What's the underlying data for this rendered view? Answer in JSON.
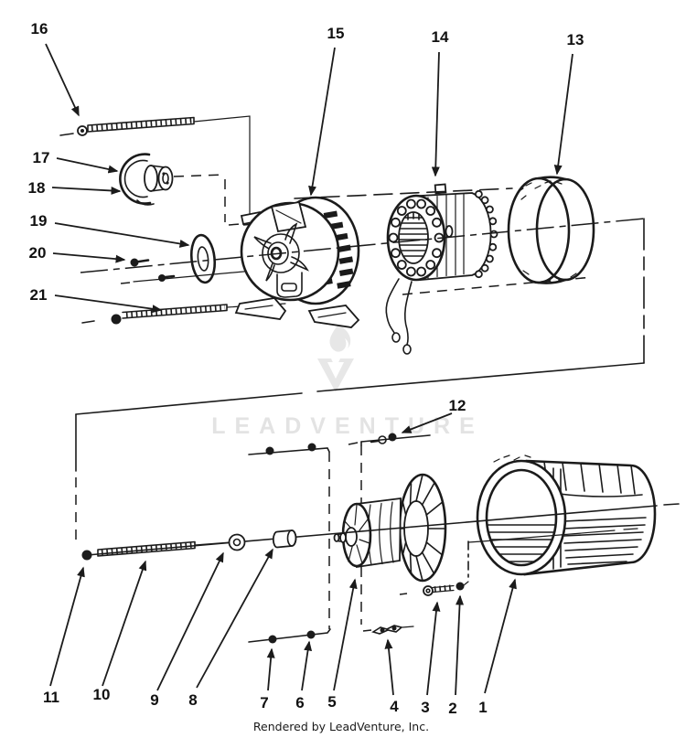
{
  "diagram": {
    "watermark_text": "LEADVENTURE",
    "footer_text": "Rendered by LeadVenture, Inc."
  },
  "colors": {
    "ink": "#1b1b1b",
    "watermark_gray": "#e3e3e3",
    "background": "#ffffff"
  },
  "callouts": {
    "c1": "1",
    "c2": "2",
    "c3": "3",
    "c4": "4",
    "c5": "5",
    "c6": "6",
    "c7": "7",
    "c8": "8",
    "c9": "9",
    "c10": "10",
    "c11": "11",
    "c12": "12",
    "c13": "13",
    "c14": "14",
    "c15": "15",
    "c16": "16",
    "c17": "17",
    "c18": "18",
    "c19": "19",
    "c20": "20",
    "c21": "21"
  }
}
